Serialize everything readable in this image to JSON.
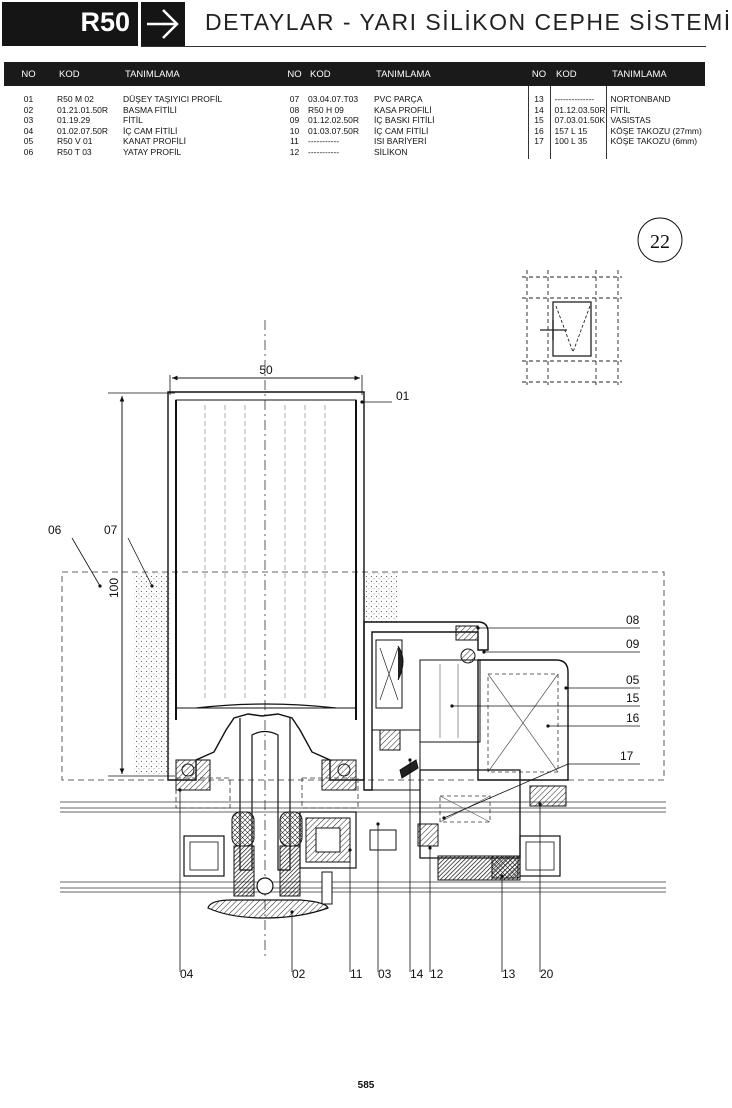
{
  "header": {
    "series": "R50",
    "title": "DETAYLAR - YARI SİLİKON CEPHE SİSTEMİ"
  },
  "table": {
    "columns": [
      "NO",
      "KOD",
      "TANIMLAMA",
      "NO",
      "KOD",
      "TANIMLAMA",
      "NO",
      "KOD",
      "TANIMLAMA"
    ],
    "rows": [
      [
        "01",
        "R50 M 02",
        "DÜŞEY TAŞIYICI PROFİL",
        "07",
        "03.04.07.T03",
        "PVC PARÇA",
        "13",
        "--------------",
        "NORTONBAND"
      ],
      [
        "02",
        "01.21.01.50R",
        "BASMA FİTİLİ",
        "08",
        "R50 H 09",
        "KASA PROFİLİ",
        "14",
        "01.12.03.50R",
        "FİTİL"
      ],
      [
        "03",
        "01.19.29",
        "FİTİL",
        "09",
        "01.12.02.50R",
        "İÇ BASKI FİTİLİ",
        "15",
        "07.03.01.50K",
        "VASISTAS"
      ],
      [
        "04",
        "01.02.07.50R",
        "İÇ CAM FİTİLİ",
        "10",
        "01.03.07.50R",
        "İÇ CAM FİTİLİ",
        "16",
        "157 L 15",
        "KÖŞE TAKOZU (27mm)"
      ],
      [
        "05",
        "R50 V 01",
        "KANAT PROFİLİ",
        "11",
        "-----------",
        "ISI BARİYERİ",
        "17",
        "100 L 35",
        "KÖŞE TAKOZU (6mm)"
      ],
      [
        "06",
        "R50 T 03",
        "YATAY PROFİL",
        "12",
        "-----------",
        "SİLİKON",
        "",
        "",
        ""
      ]
    ]
  },
  "drawing": {
    "detail_number": "22",
    "dimension_width": "50",
    "dimension_height": "100",
    "callouts_right": [
      "01",
      "08",
      "09",
      "05",
      "15",
      "16",
      "17"
    ],
    "callouts_left": [
      "06",
      "07"
    ],
    "callouts_bottom": [
      "04",
      "02",
      "11",
      "03",
      "14",
      "12",
      "13",
      "20"
    ]
  },
  "footer": {
    "page_number": "585"
  }
}
